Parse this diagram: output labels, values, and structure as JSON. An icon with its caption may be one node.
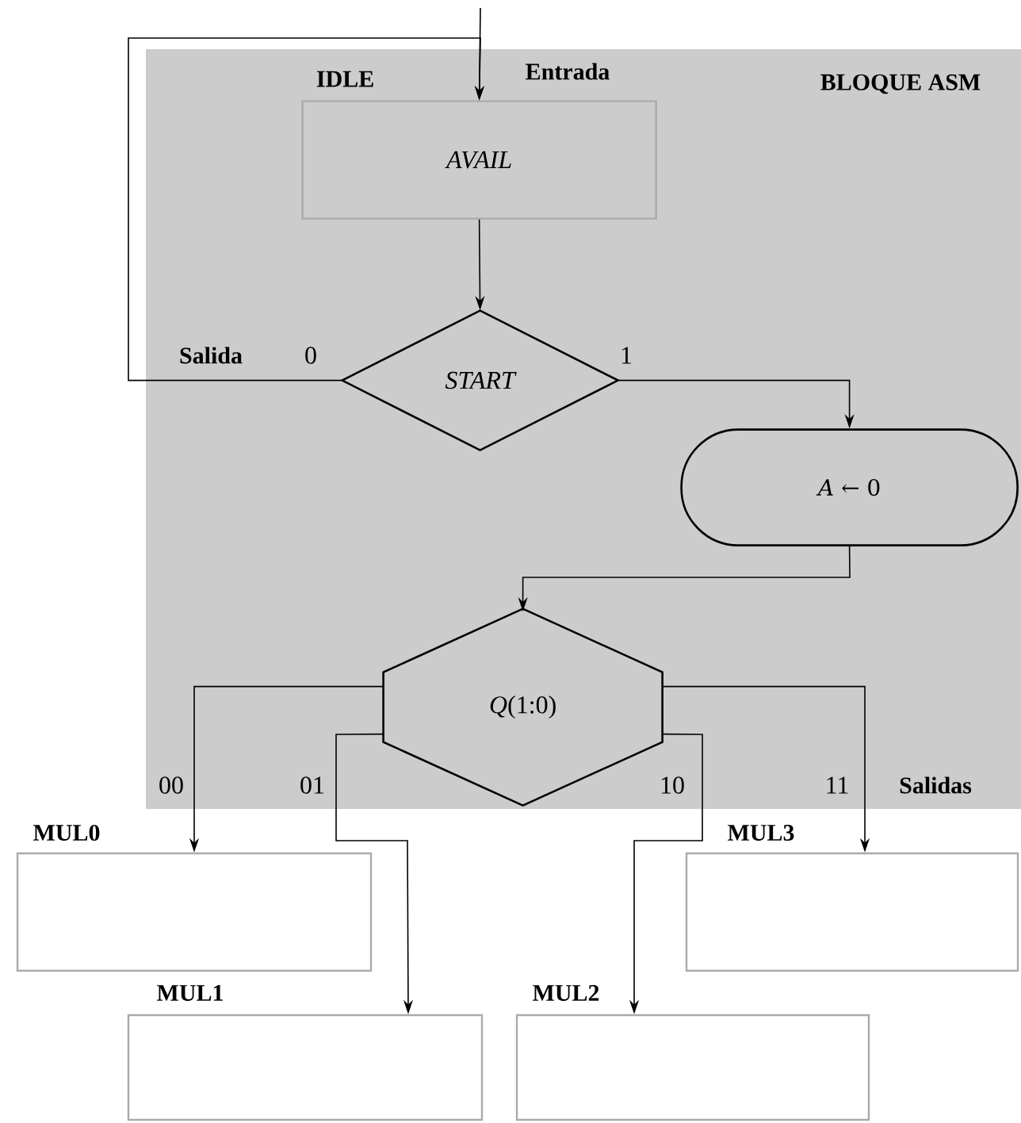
{
  "diagram": {
    "nodes": [
      {
        "text": [
          "BLOQUE ASM"
        ]
      },
      {
        "text": [
          "IDLE",
          "AVAIL"
        ],
        "in": 0
      },
      {
        "text": [
          "START"
        ],
        "in": 0
      },
      {
        "text": [
          "*A* ← 0"
        ],
        "in": 0
      },
      {
        "text": [
          "*Q*(1:0)"
        ],
        "in": 0
      },
      {
        "text": [
          "MUL0"
        ]
      },
      {
        "text": [
          "MUL1"
        ]
      },
      {
        "text": [
          "MUL2"
        ]
      },
      {
        "text": [
          "MUL3"
        ]
      }
    ],
    "edges": [
      {
        "from": null,
        "to": 1,
        "arrow": "to",
        "label": "Entrada"
      },
      {
        "from": 1,
        "to": 2,
        "arrow": "to"
      },
      {
        "from": 2,
        "to": 1,
        "arrow": "to",
        "label": "0"
      },
      {
        "from": 2,
        "to": 3,
        "arrow": "to",
        "label": "1"
      },
      {
        "from": 3,
        "to": 4,
        "arrow": "to"
      },
      {
        "from": 4,
        "to": 5,
        "arrow": "to",
        "label": "00"
      },
      {
        "from": 4,
        "to": 6,
        "arrow": "to",
        "label": "01"
      },
      {
        "from": 4,
        "to": 7,
        "arrow": "to",
        "label": "10"
      },
      {
        "from": 4,
        "to": 8,
        "arrow": "to",
        "label": "11"
      }
    ],
    "labels": [
      "Salida",
      "Salidas"
    ]
  }
}
